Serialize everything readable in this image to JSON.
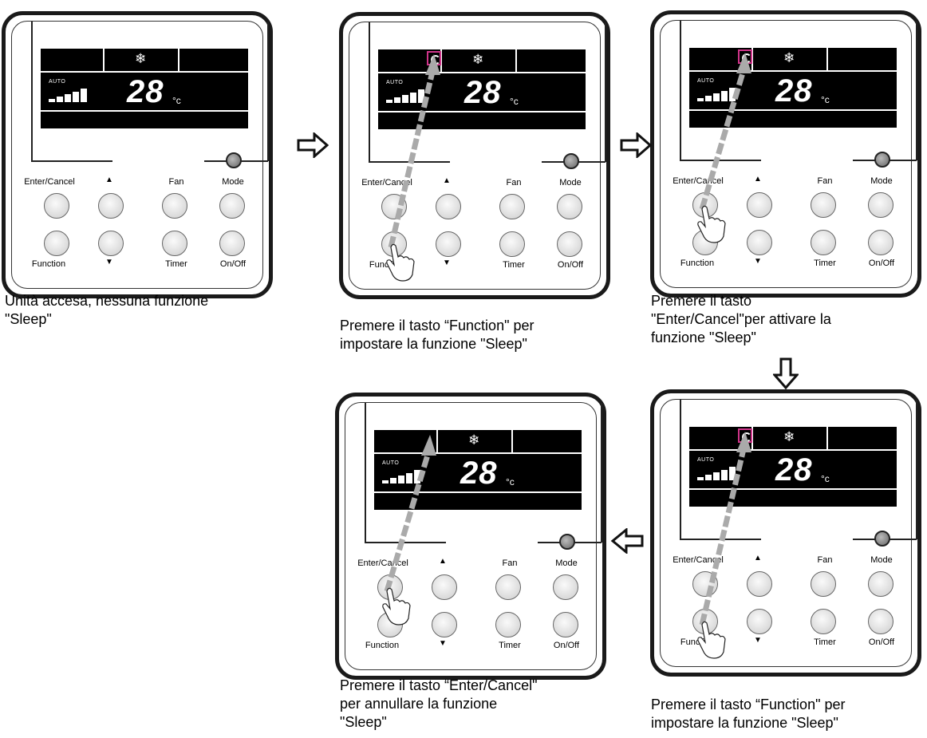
{
  "panels": [
    {
      "id": "p1",
      "sleep_icon": false,
      "has_tap": false
    },
    {
      "id": "p2",
      "sleep_icon": true,
      "has_tap": true,
      "tap_button": "function"
    },
    {
      "id": "p3",
      "sleep_icon": true,
      "has_tap": true,
      "tap_button": "enter"
    },
    {
      "id": "p4",
      "sleep_icon": false,
      "has_tap": true,
      "tap_button": "enter"
    },
    {
      "id": "p5",
      "sleep_icon": true,
      "has_tap": true,
      "tap_button": "function"
    }
  ],
  "display": {
    "auto_label": "AUTO",
    "temperature": "28",
    "unit": "°c",
    "snowflake": "❄"
  },
  "buttons": {
    "enter_cancel": "Enter/Cancel",
    "up": "▲",
    "fan": "Fan",
    "mode": "Mode",
    "function": "Function",
    "down": "▼",
    "timer": "Timer",
    "on_off": "On/Off"
  },
  "captions": {
    "c1_line1": "Unità accesa, nessuna funzione",
    "c1_line2": "\"Sleep\"",
    "c2_line1": "Premere il tasto “Function\" per",
    "c2_line2": "impostare la funzione \"Sleep\"",
    "c3_line1": "Premere il tasto",
    "c3_line2": "\"Enter/Cancel\"per attivare la",
    "c3_line3": "funzione \"Sleep\"",
    "c4_line1": "Premere il tasto “Enter/Cancel\"",
    "c4_line2": "per annullare la funzione",
    "c4_line3": "\"Sleep\"",
    "c5_line1": "Premere il tasto “Function\" per",
    "c5_line2": "impostare la funzione \"Sleep\""
  },
  "colors": {
    "highlight": "#d0348a",
    "trace": "#aaaaaa"
  },
  "icons": [
    "snowflake-icon",
    "sleep-mode-icon",
    "hand-pointer-icon",
    "arrow-right-icon",
    "arrow-down-icon",
    "arrow-left-icon"
  ]
}
